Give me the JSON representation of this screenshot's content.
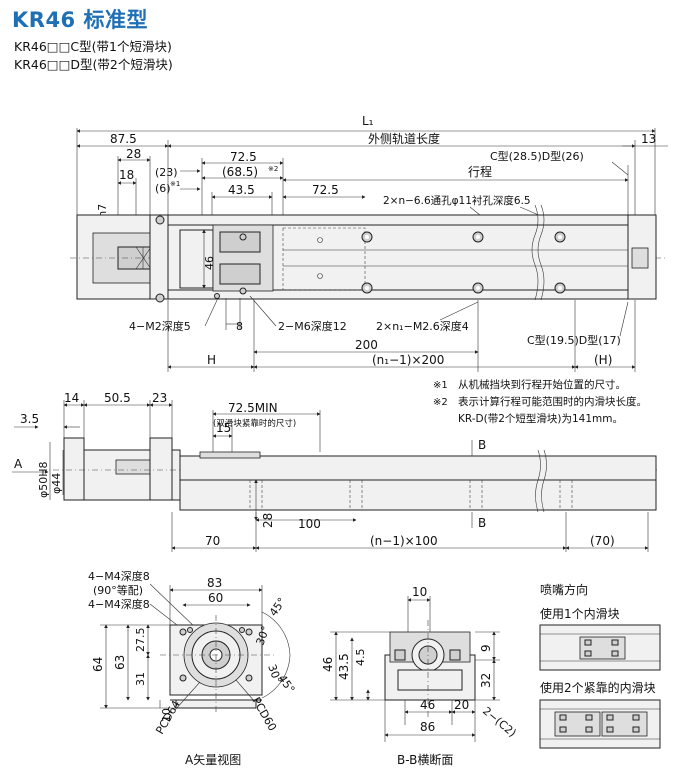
{
  "header": {
    "title": "KR46 标准型",
    "sub1": "KR46□□C型(带1个短滑块)",
    "sub2": "KR46□□D型(带2个短滑块)"
  },
  "top_view": {
    "L1": "L₁",
    "d87_5": "87.5",
    "rail_length": "外侧轨道长度",
    "d13": "13",
    "d28": "28",
    "d18": "18",
    "phi8h7": "φ8h7",
    "d23p": "(23)",
    "d6p": "(6)",
    "note_mark1": "※1",
    "d72_5a": "72.5",
    "d68_5": "(68.5)",
    "note_mark2": "※2",
    "d43_5": "43.5",
    "d72_5b": "72.5",
    "stroke": "行程",
    "c_d_top": "C型(28.5)D型(26)",
    "hole_note": "2×n−6.6通孔φ11衬孔深度6.5",
    "d46": "46",
    "m2": "4−M2深度5",
    "d8": "8",
    "m6": "2−M6深度12",
    "m2_6": "2×n₁−M2.6深度4",
    "c_d_bottom": "C型(19.5)D型(17)",
    "d200": "200",
    "H": "H",
    "n1x200": "(n₁−1)×200",
    "Hp": "(H)"
  },
  "notes": {
    "n1_mark": "※1",
    "n1_text": "从机械挡块到行程开始位置的尺寸。",
    "n2_mark": "※2",
    "n2_text": "表示计算行程可能范围时的内滑块长度。",
    "n3_text": "KR-D(带2个短型滑块)为141mm。"
  },
  "side_view": {
    "d3_5": "3.5",
    "d14": "14",
    "d50_5": "50.5",
    "d23": "23",
    "d72_5min": "72.5MIN",
    "min_note": "(双滑块紧靠时的尺寸)",
    "d15": "15",
    "A": "A",
    "phi50h8": "φ50H8",
    "phi44": "φ44",
    "d28": "28",
    "d100": "100",
    "B1": "B",
    "B2": "B",
    "d70": "70",
    "nx100": "(n−1)×100",
    "d70p": "(70)"
  },
  "a_view": {
    "m4_8a": "4−M4深度8",
    "deg90": "(90°等配)",
    "m4_8b": "4−M4深度8",
    "d83": "83",
    "d60": "60",
    "d64": "64",
    "d63": "63",
    "d27_5": "27.5",
    "d31": "31",
    "d10": "10",
    "pcd64": "PCD64",
    "pcd60": "PCD60",
    "a30a": "30°",
    "a45a": "45°",
    "a30b": "30°",
    "a45b": "45°",
    "caption": "A矢量视图"
  },
  "bb_view": {
    "d10": "10",
    "d46": "46",
    "d43_5": "43.5",
    "d4_5": "4.5",
    "d9": "9",
    "d32": "32",
    "d46b": "46",
    "d20": "20",
    "d86": "86",
    "c2": "2−(C2)",
    "caption": "B-B横断面"
  },
  "lube": {
    "title": "喷嘴方向",
    "one": "使用1个内滑块",
    "two": "使用2个紧靠的内滑块"
  }
}
